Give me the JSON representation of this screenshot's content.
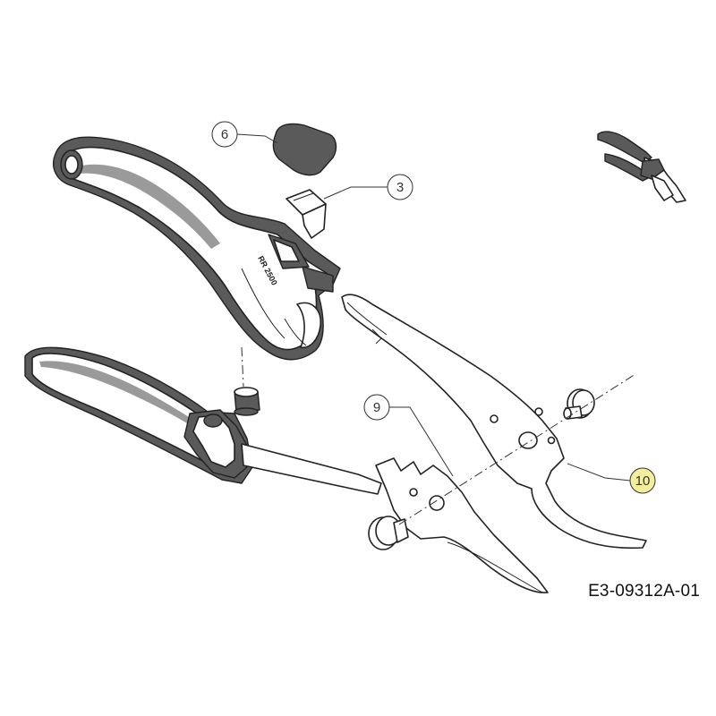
{
  "callouts": [
    {
      "label": "6"
    },
    {
      "label": "3"
    },
    {
      "label": "9"
    },
    {
      "label": "10"
    }
  ],
  "handle_imprint": "RR 2500",
  "drawing_id": "E3-09312A-01",
  "colors": {
    "line": "#222222",
    "grip": "#5a5a5a",
    "highlight_10": "#f3ee9a"
  }
}
